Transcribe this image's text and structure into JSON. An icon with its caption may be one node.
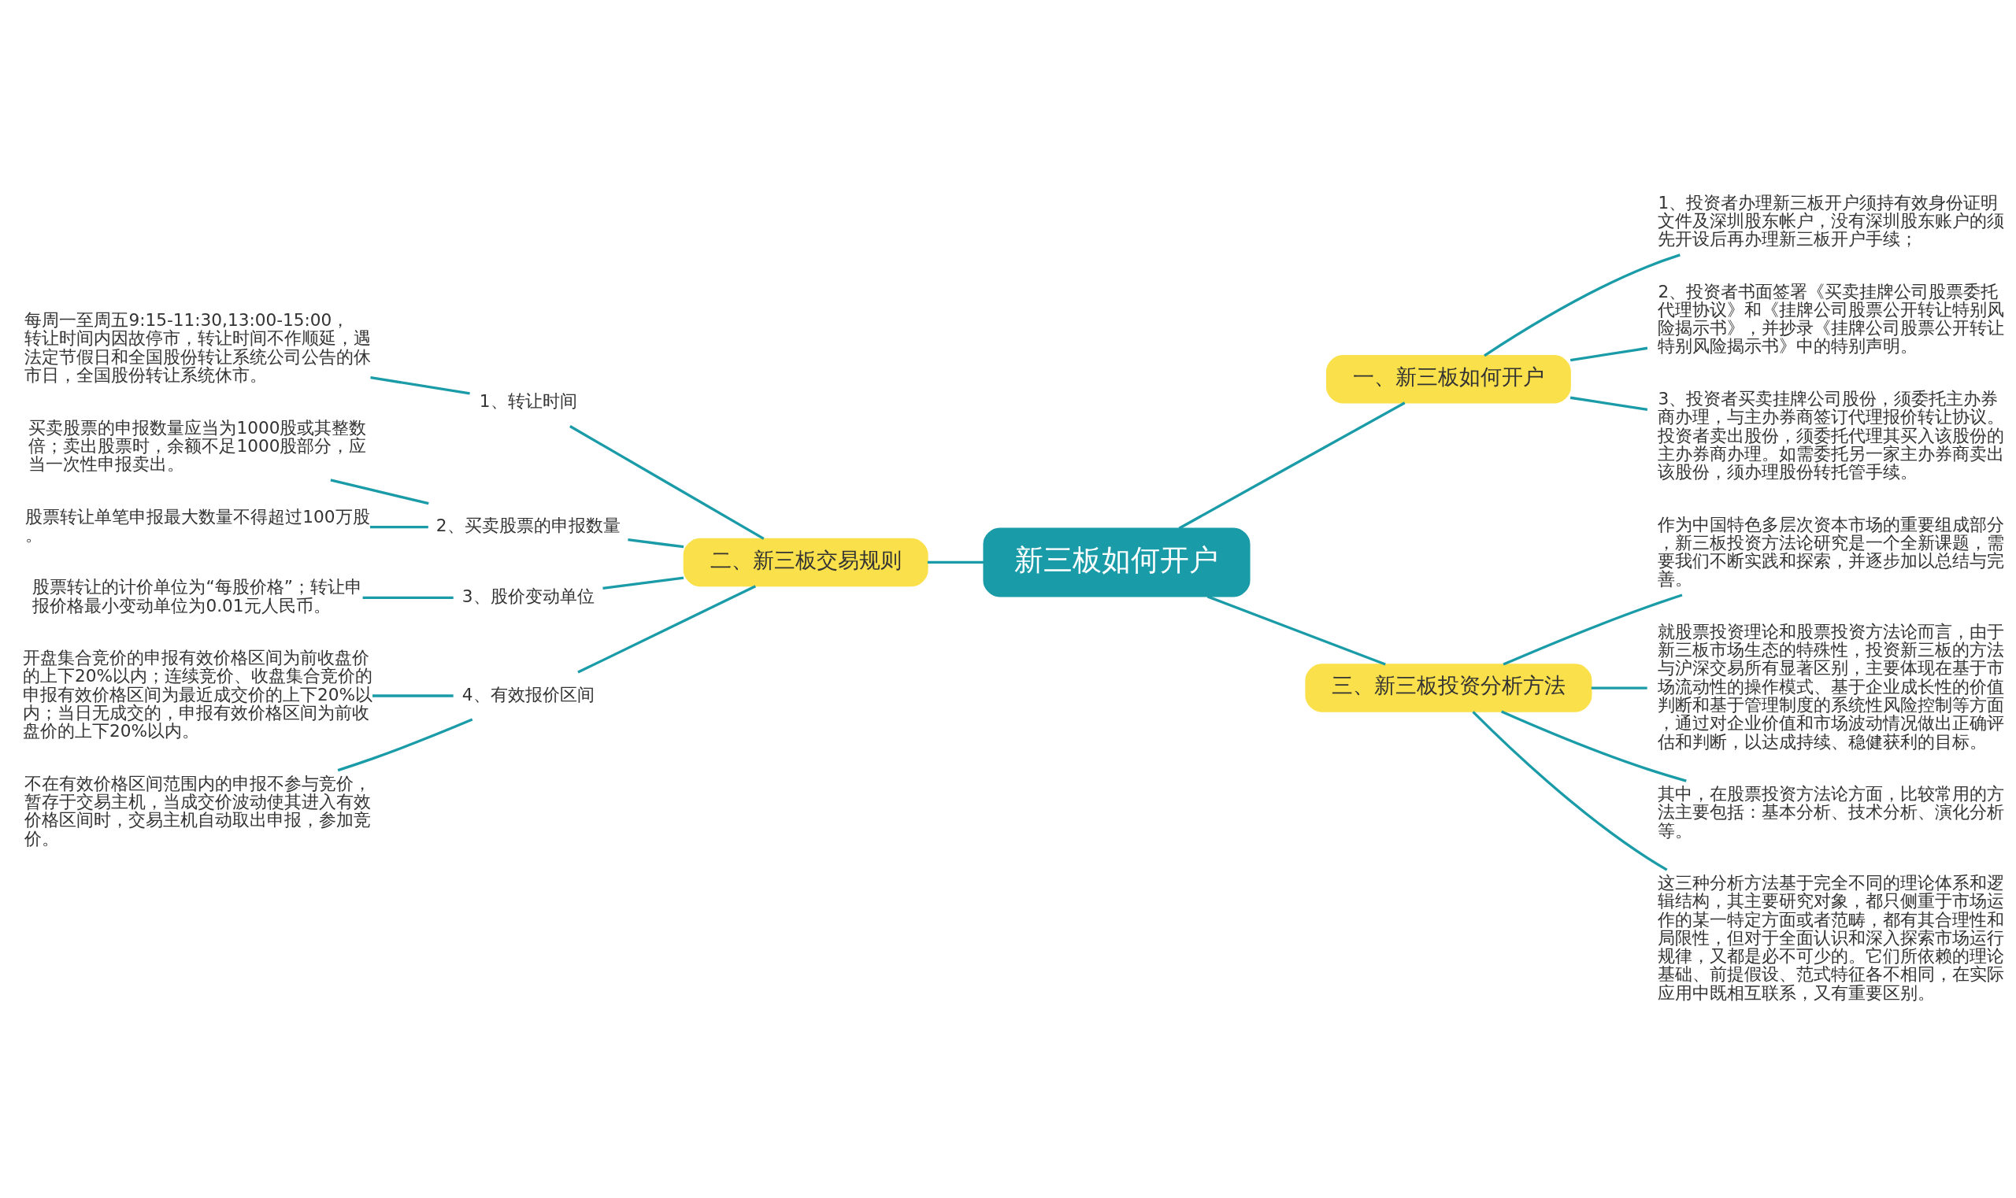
{
  "diagram": {
    "nodes": [
      {
        "text": [
          "新三板如何开户"
        ]
      },
      {
        "text": [
          "一、新三板如何开户"
        ]
      },
      {
        "text": [
          "1、投资者办理新三板开户须持有效身份证明文件及深圳股东帐户，没有深圳股东账户的须先开设后再办理新三板开户手续；"
        ]
      },
      {
        "text": [
          "2、投资者书面签署《买卖挂牌公司股票委托代理协议》和《挂牌公司股票公开转让特别风险揭示书》，并抄录《挂牌公司股票公开转让特别风险揭示书》中的特别声明。"
        ]
      },
      {
        "text": [
          "3、投资者买卖挂牌公司股份，须委托主办券商办理，与主办券商签订代理报价转让协议。投资者卖出股份，须委托代理其买入该股份的主办券商办理。如需委托另一家主办券商卖出该股份，须办理股份转托管手续。"
        ]
      },
      {
        "text": [
          "二、新三板交易规则"
        ]
      },
      {
        "text": [
          "1、转让时间"
        ]
      },
      {
        "text": [
          "每周一至周五9:15-11:30,13:00-15:00，转让时间内因故停市，转让时间不作顺延，遇法定节假日和全国股份转让系统公司公告的休市日，全国股份转让系统休市。"
        ]
      },
      {
        "text": [
          "2、买卖股票的申报数量"
        ]
      },
      {
        "text": [
          "买卖股票的申报数量应当为1000股或其整数倍；卖出股票时，余额不足1000股部分，应当一次性申报卖出。"
        ]
      },
      {
        "text": [
          "股票转让单笔申报最大数量不得超过100万股。"
        ]
      },
      {
        "text": [
          "3、股价变动单位"
        ]
      },
      {
        "text": [
          "股票转让的计价单位为“每股价格”；转让申报价格最小变动单位为0.01元人民币。"
        ]
      },
      {
        "text": [
          "4、有效报价区间"
        ]
      },
      {
        "text": [
          "开盘集合竞价的申报有效价格区间为前收盘价的上下20%以内；连续竞价、收盘集合竞价的申报有效价格区间为最近成交价的上下20%以内；当日无成交的，申报有效价格区间为前收盘价的上下20%以内。"
        ]
      },
      {
        "text": [
          "不在有效价格区间范围内的申报不参与竞价，暂存于交易主机，当成交价波动使其进入有效价格区间时，交易主机自动取出申报，参加竞价。"
        ]
      },
      {
        "text": [
          "三、新三板投资分析方法"
        ]
      },
      {
        "text": [
          "作为中国特色多层次资本市场的重要组成部分，新三板投资方法论研究是一个全新课题，需要我们不断实践和探索，并逐步加以总结与完善。"
        ]
      },
      {
        "text": [
          "就股票投资理论和股票投资方法论而言，由于新三板市场生态的特殊性，投资新三板的方法与沪深交易所有显著区别，主要体现在基于市场流动性的操作模式、基于企业成长性的价值判断和基于管理制度的系统性风险控制等方面，通过对企业价值和市场波动情况做出正确评估和判断，以达成持续、稳健获利的目标。"
        ]
      },
      {
        "text": [
          "其中，在股票投资方法论方面，比较常用的方法主要包括：基本分析、技术分析、演化分析等。"
        ]
      },
      {
        "text": [
          "这三种分析方法基于完全不同的理论体系和逻辑结构，其主要研究对象，都只侧重于市场运作的某一特定方面或者范畴，都有其合理性和局限性，但对于全面认识和深入探索市场运行规律，又都是必不可少的。它们所依赖的理论基础、前提假设、范式特征各不相同，在实际应用中既相互联系，又有重要区别。"
        ]
      }
    ],
    "edges": [
      {
        "from": 0,
        "to": 1,
        "arrow": "none"
      },
      {
        "from": 1,
        "to": 2,
        "arrow": "none"
      },
      {
        "from": 1,
        "to": 3,
        "arrow": "none"
      },
      {
        "from": 1,
        "to": 4,
        "arrow": "none"
      },
      {
        "from": 0,
        "to": 5,
        "arrow": "none"
      },
      {
        "from": 5,
        "to": 6,
        "arrow": "none"
      },
      {
        "from": 6,
        "to": 7,
        "arrow": "none"
      },
      {
        "from": 5,
        "to": 8,
        "arrow": "none"
      },
      {
        "from": 8,
        "to": 9,
        "arrow": "none"
      },
      {
        "from": 8,
        "to": 10,
        "arrow": "none"
      },
      {
        "from": 5,
        "to": 11,
        "arrow": "none"
      },
      {
        "from": 11,
        "to": 12,
        "arrow": "none"
      },
      {
        "from": 5,
        "to": 13,
        "arrow": "none"
      },
      {
        "from": 13,
        "to": 14,
        "arrow": "none"
      },
      {
        "from": 13,
        "to": 15,
        "arrow": "none"
      },
      {
        "from": 0,
        "to": 16,
        "arrow": "none"
      },
      {
        "from": 16,
        "to": 17,
        "arrow": "none"
      },
      {
        "from": 16,
        "to": 18,
        "arrow": "none"
      },
      {
        "from": 16,
        "to": 19,
        "arrow": "none"
      },
      {
        "from": 16,
        "to": 20,
        "arrow": "none"
      }
    ]
  }
}
